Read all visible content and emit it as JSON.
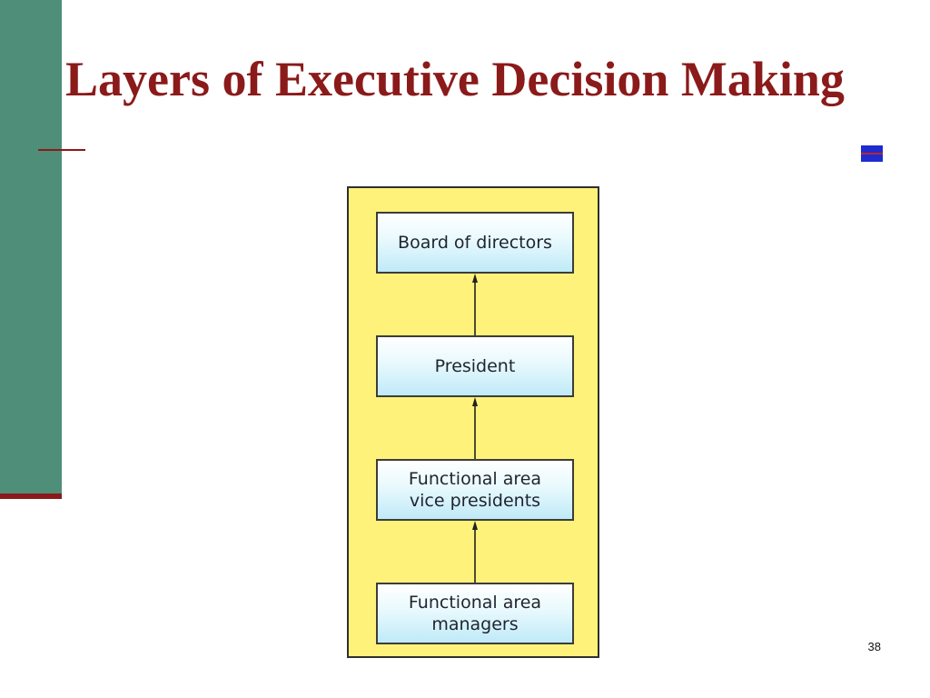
{
  "slide": {
    "title": "Layers of Executive Decision Making",
    "page_number": "38"
  },
  "diagram": {
    "nodes": [
      {
        "label": "Board of directors"
      },
      {
        "label": "President"
      },
      {
        "label": "Functional area\nvice presidents"
      },
      {
        "label": "Functional area\nmanagers"
      }
    ],
    "edges": [
      {
        "from": 1,
        "to": 0,
        "direction": "up"
      },
      {
        "from": 2,
        "to": 1,
        "direction": "up"
      },
      {
        "from": 3,
        "to": 2,
        "direction": "up"
      }
    ]
  },
  "colors": {
    "title": "#8b1a1a",
    "side_bar": "#4f8e78",
    "panel_background": "#fff27a",
    "node_gradient_bottom": "#bfeaf8",
    "corner_mark": "#1f2bd0"
  }
}
